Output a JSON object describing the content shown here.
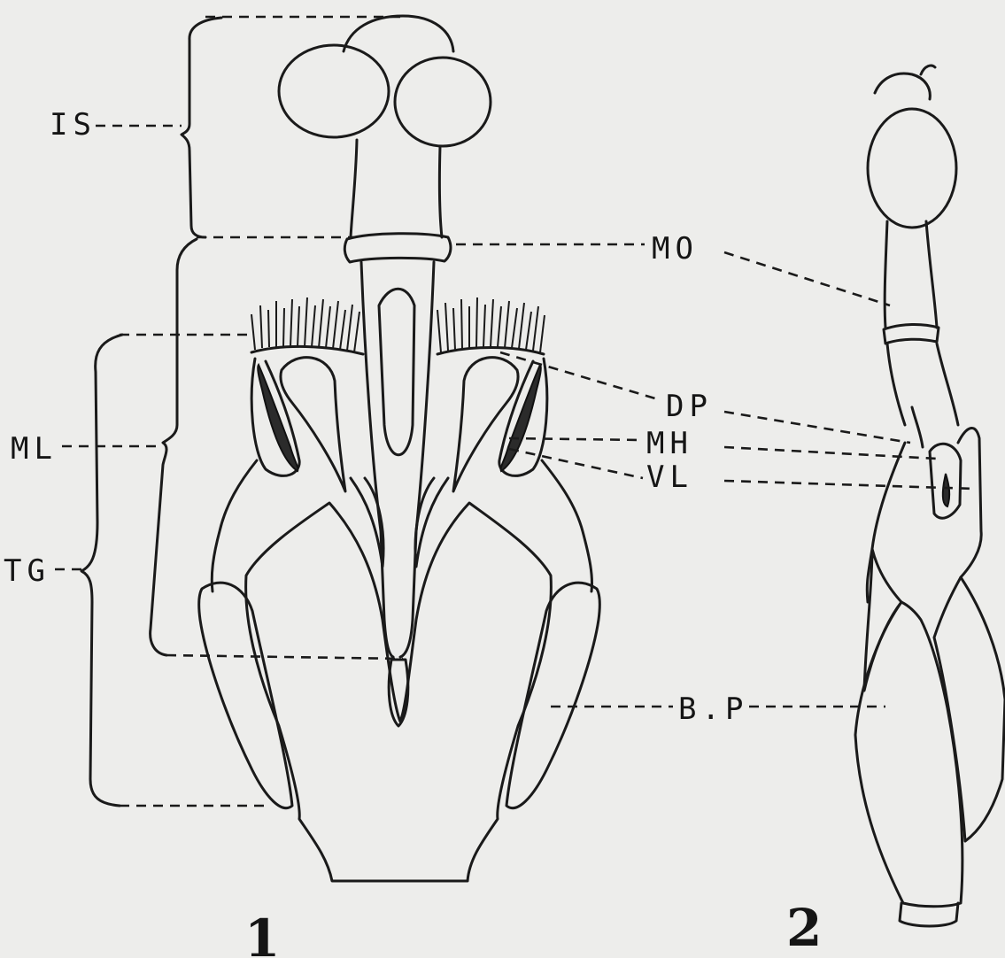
{
  "labels": {
    "is": "IS",
    "mo": "MO",
    "ml": "ML",
    "tg": "TG",
    "dp": "DP",
    "mh": "MH",
    "vl": "VL",
    "bp": "B.P"
  },
  "figures": {
    "fig1": "1",
    "fig2": "2"
  }
}
